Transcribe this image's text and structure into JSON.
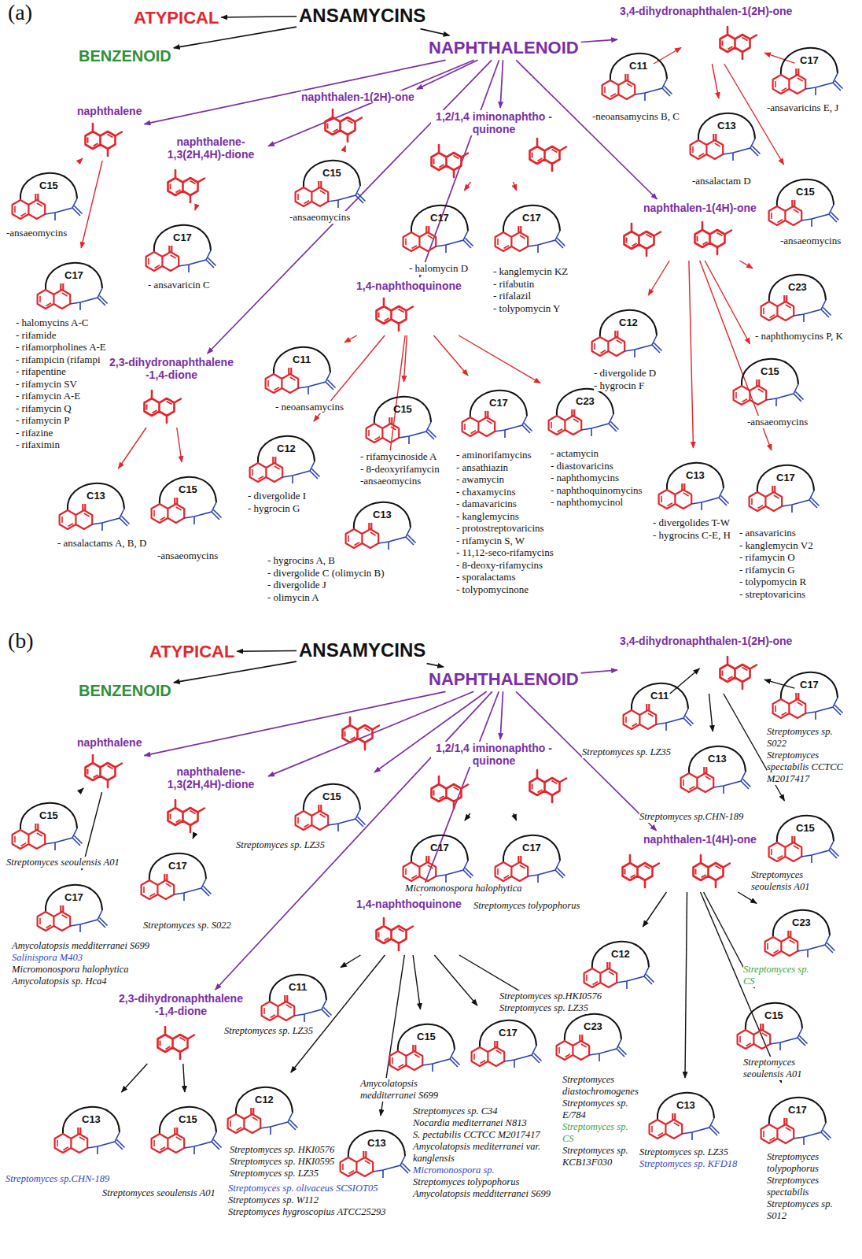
{
  "diagram": {
    "nodes": [
      {
        "text": [
          "ATYPICAL"
        ]
      },
      {
        "text": [
          "ANSAMYCINS"
        ]
      },
      {
        "text": [
          "BENZENOID"
        ]
      },
      {
        "text": [
          "NAPHTHALENOID"
        ]
      },
      {
        "text": [
          "naphthalene"
        ]
      },
      {
        "text": [
          "C15",
          "-ansaeomycins"
        ]
      },
      {
        "text": [
          "C17",
          "- halomycins A-C",
          "- rifamide",
          "- rifamorpholines A-E",
          "- rifampicin (rifampin)",
          "- rifapentine",
          "- rifamycin SV",
          "- rifamycin A-E",
          "- rifamycin Q",
          "- rifamycin P",
          "- rifazine",
          "- rifaximin"
        ]
      },
      {
        "text": [
          "naphthalene-1,3(2H,4H)-dione"
        ]
      },
      {
        "text": [
          "C17",
          "- ansavaricin C"
        ]
      },
      {
        "text": [
          "naphthalen-1(2H)-one"
        ]
      },
      {
        "text": [
          "C15",
          "-ansaeomycins"
        ]
      },
      {
        "text": [
          "1,2/1,4 iminonaphtho -quinone"
        ]
      },
      {
        "text": [
          "C17",
          "- halomycin D"
        ]
      },
      {
        "text": [
          "C17",
          "- kanglemycin KZ",
          "- rifabutin",
          "- rifalazil",
          "- tolypomycin Y"
        ]
      },
      {
        "text": [
          "2,3-dihydronaphthalene -1,4-dione"
        ]
      },
      {
        "text": [
          "C13",
          "- ansalactams A, B, D"
        ]
      },
      {
        "text": [
          "C15",
          "-ansaeomycins"
        ]
      },
      {
        "text": [
          "1,4-naphthoquinone"
        ]
      },
      {
        "text": [
          "C11",
          "- neoansamycins"
        ]
      },
      {
        "text": [
          "C12",
          "- divergolide I",
          "- hygrocin G"
        ]
      },
      {
        "text": [
          "C13",
          "- hygrocins A, B",
          "- divergolide C (olimycin B)",
          "- divergolide J",
          "- olimycin A"
        ]
      },
      {
        "text": [
          "C15",
          "- rifamycinoside A",
          "- 8-deoxyrifamycin",
          "-ansaeomycins"
        ]
      },
      {
        "text": [
          "C17",
          "- aminorifamycins",
          "- ansathiazin",
          "- awamycin",
          "- chaxamycins",
          "- damavaricins",
          "- kanglemycins",
          "- protostreptovaricins",
          "- rifamycin S, W",
          "- 11,12-seco-rifamycins",
          "- 8-deoxy-rifamycins",
          "- sporalactams",
          "- tolypomycinone"
        ]
      },
      {
        "text": [
          "C23",
          "- actamycin",
          "- diastovaricins",
          "- naphthomycins",
          "- naphthoquinomycins",
          "- naphthomycinol"
        ]
      },
      {
        "text": [
          "naphthalen-1(4H)-one"
        ]
      },
      {
        "text": [
          "C12",
          "- divergolide D",
          "- hygrocin F"
        ]
      },
      {
        "text": [
          "C13",
          "- divergolides T-W",
          "- hygrocins C-E, H"
        ]
      },
      {
        "text": [
          "C17",
          "- ansavaricins",
          "- kanglemycin V2",
          "- rifamycin O",
          "- rifamycin G",
          "- tolypomycin R",
          "- streptovaricins"
        ]
      },
      {
        "text": [
          "C23",
          "- naphthomycins P, K"
        ]
      },
      {
        "text": [
          "C15",
          "-ansaeomycins"
        ]
      },
      {
        "text": [
          "3,4-dihydronaphthalen-1(2H)-one"
        ]
      },
      {
        "text": [
          "C11",
          "-neoansamycins B, C"
        ]
      },
      {
        "text": [
          "C13",
          "-ansalactam D"
        ]
      },
      {
        "text": [
          "C17",
          "-ansavaricins E, J"
        ]
      },
      {
        "text": [
          "C15",
          "-ansaeomycins"
        ]
      },
      {
        "text": [
          "ATYPICAL"
        ]
      },
      {
        "text": [
          "ANSAMYCINS"
        ]
      },
      {
        "text": [
          "BENZENOID"
        ]
      },
      {
        "text": [
          "NAPHTHALENOID"
        ]
      },
      {
        "text": [
          "naphthalene"
        ]
      },
      {
        "text": [
          "C15",
          "Streptomyces seoulensis A01"
        ]
      },
      {
        "text": [
          "C17",
          "Amycolatopsis medditerranei S699",
          "Salinispora M403",
          "Micromonospora halophytica",
          "Amycolatopsis sp. Hca4"
        ]
      },
      {
        "text": [
          "naphthalene-1,3(2H,4H)-dione"
        ]
      },
      {
        "text": [
          "C17",
          "Streptomyces sp. S022"
        ]
      },
      {
        "text": [
          "C15",
          "Streptomyces sp. LZ35"
        ]
      },
      {
        "text": [
          "1,2/1,4 iminonaphtho -quinone"
        ]
      },
      {
        "text": [
          "C17",
          "Micromonospora halophytica"
        ]
      },
      {
        "text": [
          "C17",
          "Streptomyces tolypophorus"
        ]
      },
      {
        "text": [
          "2,3-dihydronaphthalene -1,4-dione"
        ]
      },
      {
        "text": [
          "C13",
          "Streptomyces sp.CHN-189"
        ]
      },
      {
        "text": [
          "C15",
          "Streptomyces seoulensis A01"
        ]
      },
      {
        "text": [
          "1,4-naphthoquinone"
        ]
      },
      {
        "text": [
          "C11",
          "Streptomyces sp. LZ35"
        ]
      },
      {
        "text": [
          "C12",
          "Streptomyces sp. HKI0576",
          "Streptomyces sp. HKI0595",
          "Streptomyces sp. LZ35"
        ]
      },
      {
        "text": [
          "C13",
          "Streptomyces sp. olivaceus SCSIOT05",
          "Streptomyces sp. W112",
          "Streptomyces hygroscopius ATCC25293"
        ]
      },
      {
        "text": [
          "C15",
          "Amycolatopsis medditerranei S699"
        ]
      },
      {
        "text": [
          "C17",
          "Streptomyces sp. C34",
          "Nocardia mediterranei N813",
          "S. pectabilis CCTCC M2017417",
          "Amycolatopsis mediterranei var. kanglensis",
          "Micromonospora sp.",
          "Streptomyces tolypophorus",
          "Amycolatopsis medditerranei S699"
        ]
      },
      {
        "text": [
          "C23",
          "Streptomyces diastochromogenes",
          "Streptomyces sp. E/784",
          "Streptomyces sp. CS",
          "Streptomyces sp. KCB13F030"
        ]
      },
      {
        "text": [
          "naphthalen-1(4H)-one"
        ]
      },
      {
        "text": [
          "C12",
          "Streptomyces sp.HKI0576",
          "Streptomyces sp. LZ35"
        ]
      },
      {
        "text": [
          "C13",
          "Streptomyces sp. LZ35",
          "Streptomyces sp. KFD18"
        ]
      },
      {
        "text": [
          "C17",
          "Streptomyces tolypophorus",
          "Streptomyces spectabilis",
          "Streptomyces sp. S012"
        ]
      },
      {
        "text": [
          "C23",
          "Streptomyces sp. CS"
        ]
      },
      {
        "text": [
          "C15",
          "Streptomyces seoulensis A01"
        ]
      },
      {
        "text": [
          "3,4-dihydronaphthalen-1(2H)-one"
        ]
      },
      {
        "text": [
          "C11",
          "Streptomyces sp. LZ35"
        ]
      },
      {
        "text": [
          "C13",
          "Streptomyces sp.CHN-189"
        ]
      },
      {
        "text": [
          "C17",
          "Streptomyces sp. S022",
          "Streptomyces spectabilis CCTCC M2017417"
        ]
      },
      {
        "text": [
          "C15",
          "Streptomyces seoulensis A01"
        ]
      }
    ],
    "edges": [
      {
        "from": 1,
        "to": 0,
        "arrow": "to"
      },
      {
        "from": 1,
        "to": 2,
        "arrow": "to"
      },
      {
        "from": 1,
        "to": 3,
        "arrow": "to"
      },
      {
        "from": 3,
        "to": 4,
        "arrow": "to"
      },
      {
        "from": 3,
        "to": 7,
        "arrow": "to"
      },
      {
        "from": 3,
        "to": 9,
        "arrow": "to"
      },
      {
        "from": 3,
        "to": 11,
        "arrow": "to"
      },
      {
        "from": 3,
        "to": 14,
        "arrow": "to"
      },
      {
        "from": 3,
        "to": 17,
        "arrow": "to"
      },
      {
        "from": 3,
        "to": 24,
        "arrow": "to"
      },
      {
        "from": 3,
        "to": 30,
        "arrow": "to"
      },
      {
        "from": 4,
        "to": 5,
        "arrow": "to"
      },
      {
        "from": 4,
        "to": 6,
        "arrow": "to"
      },
      {
        "from": 7,
        "to": 8,
        "arrow": "to"
      },
      {
        "from": 9,
        "to": 10,
        "arrow": "to"
      },
      {
        "from": 11,
        "to": 12,
        "arrow": "to"
      },
      {
        "from": 11,
        "to": 13,
        "arrow": "to"
      },
      {
        "from": 14,
        "to": 15,
        "arrow": "to"
      },
      {
        "from": 14,
        "to": 16,
        "arrow": "to"
      },
      {
        "from": 17,
        "to": 18,
        "arrow": "to"
      },
      {
        "from": 17,
        "to": 19,
        "arrow": "to"
      },
      {
        "from": 17,
        "to": 20,
        "arrow": "to"
      },
      {
        "from": 17,
        "to": 21,
        "arrow": "to"
      },
      {
        "from": 17,
        "to": 22,
        "arrow": "to"
      },
      {
        "from": 17,
        "to": 23,
        "arrow": "to"
      },
      {
        "from": 24,
        "to": 25,
        "arrow": "to"
      },
      {
        "from": 24,
        "to": 26,
        "arrow": "to"
      },
      {
        "from": 24,
        "to": 27,
        "arrow": "to"
      },
      {
        "from": 24,
        "to": 28,
        "arrow": "to"
      },
      {
        "from": 24,
        "to": 29,
        "arrow": "to"
      },
      {
        "from": 30,
        "to": 31,
        "arrow": "to"
      },
      {
        "from": 30,
        "to": 32,
        "arrow": "to"
      },
      {
        "from": 30,
        "to": 33,
        "arrow": "to"
      },
      {
        "from": 30,
        "to": 34,
        "arrow": "to"
      },
      {
        "from": 36,
        "to": 35,
        "arrow": "to"
      },
      {
        "from": 36,
        "to": 37,
        "arrow": "to"
      },
      {
        "from": 36,
        "to": 38,
        "arrow": "to"
      },
      {
        "from": 38,
        "to": 39,
        "arrow": "to"
      },
      {
        "from": 38,
        "to": 42,
        "arrow": "to"
      },
      {
        "from": 38,
        "to": 44,
        "arrow": "to"
      },
      {
        "from": 38,
        "to": 45,
        "arrow": "to"
      },
      {
        "from": 38,
        "to": 48,
        "arrow": "to"
      },
      {
        "from": 38,
        "to": 51,
        "arrow": "to"
      },
      {
        "from": 38,
        "to": 58,
        "arrow": "to"
      },
      {
        "from": 38,
        "to": 64,
        "arrow": "to"
      },
      {
        "from": 39,
        "to": 40,
        "arrow": "to"
      },
      {
        "from": 39,
        "to": 41,
        "arrow": "to"
      },
      {
        "from": 42,
        "to": 43,
        "arrow": "to"
      },
      {
        "from": 45,
        "to": 46,
        "arrow": "to"
      },
      {
        "from": 45,
        "to": 47,
        "arrow": "to"
      },
      {
        "from": 48,
        "to": 49,
        "arrow": "to"
      },
      {
        "from": 48,
        "to": 50,
        "arrow": "to"
      },
      {
        "from": 51,
        "to": 52,
        "arrow": "to"
      },
      {
        "from": 51,
        "to": 53,
        "arrow": "to"
      },
      {
        "from": 51,
        "to": 54,
        "arrow": "to"
      },
      {
        "from": 51,
        "to": 55,
        "arrow": "to"
      },
      {
        "from": 51,
        "to": 56,
        "arrow": "to"
      },
      {
        "from": 51,
        "to": 57,
        "arrow": "to"
      },
      {
        "from": 58,
        "to": 59,
        "arrow": "to"
      },
      {
        "from": 58,
        "to": 60,
        "arrow": "to"
      },
      {
        "from": 58,
        "to": 61,
        "arrow": "to"
      },
      {
        "from": 58,
        "to": 62,
        "arrow": "to"
      },
      {
        "from": 58,
        "to": 63,
        "arrow": "to"
      },
      {
        "from": 64,
        "to": 65,
        "arrow": "to"
      },
      {
        "from": 64,
        "to": 66,
        "arrow": "to"
      },
      {
        "from": 64,
        "to": 67,
        "arrow": "to"
      },
      {
        "from": 64,
        "to": 68,
        "arrow": "to"
      }
    ],
    "labels": [
      "(a)",
      "(b)"
    ]
  }
}
